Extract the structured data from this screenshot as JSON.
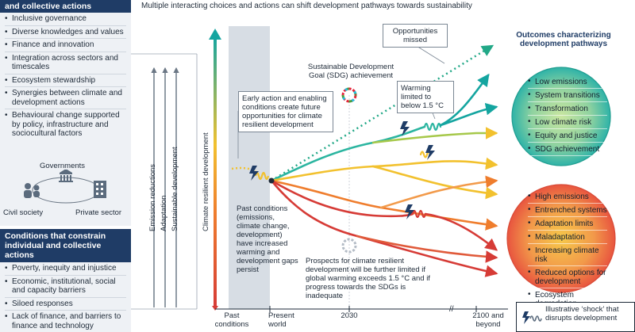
{
  "top_caption": "Multiple interacting choices and actions can shift development pathways towards sustainability",
  "left_panel_top": {
    "header": "and collective actions",
    "items": [
      "Inclusive governance",
      "Diverse knowledges and values",
      "Finance and innovation",
      "Integration across sectors and timescales",
      "Ecosystem stewardship",
      "Synergies between climate and development actions",
      "Behavioural change supported by policy, infrastructure and sociocultural factors"
    ],
    "stakeholders": {
      "governments": "Governments",
      "civil_society": "Civil society",
      "private_sector": "Private sector"
    }
  },
  "left_panel_bottom": {
    "header": "Conditions that constrain individual and collective actions",
    "items": [
      "Poverty, inequity and injustice",
      "Economic, institutional, social and capacity barriers",
      "Siloed responses",
      "Lack of finance, and barriers to finance and technology"
    ]
  },
  "arrow_labels": [
    "Emission reductions",
    "Adaptation",
    "Sustainable development"
  ],
  "y_axis_label": "Climate resilient development",
  "callouts": {
    "opportunities_missed": "Opportunities missed",
    "sdg": "Sustainable Development Goal (SDG) achievement",
    "warming_limited": "Warming limited to below 1.5 °C",
    "early_action": "Early action and enabling conditions create future opportunities for climate resilient development",
    "past_conditions": "Past conditions (emissions, climate change, development) have increased warming and development gaps persist",
    "prospects": "Prospects for climate resilient development will be further limited if global warming exceeds 1.5 °C and if progress towards the SDGs is inadequate"
  },
  "x_axis": {
    "past": "Past conditions",
    "present": "Present world",
    "mid": "2030",
    "end": "2100 and beyond"
  },
  "outcomes": {
    "header": "Outcomes characterizing development pathways",
    "good": [
      "Low emissions",
      "System transitions",
      "Transformation",
      "Low climate risk",
      "Equity and justice",
      "SDG achievement"
    ],
    "bad": [
      "High emissions",
      "Entrenched systems",
      "Adaptation limits",
      "Maladaptation",
      "Increasing climate risk",
      "Reduced options for development",
      "Ecosystem degradation"
    ]
  },
  "legend": {
    "shock": "Illustrative ‘shock’ that disrupts development"
  },
  "colors": {
    "navy": "#1f3c66",
    "teal": "#14a5a0",
    "yellow": "#f2c12e",
    "orange": "#ef7d2d",
    "red": "#d63b36",
    "green_dotted": "#22a887"
  }
}
